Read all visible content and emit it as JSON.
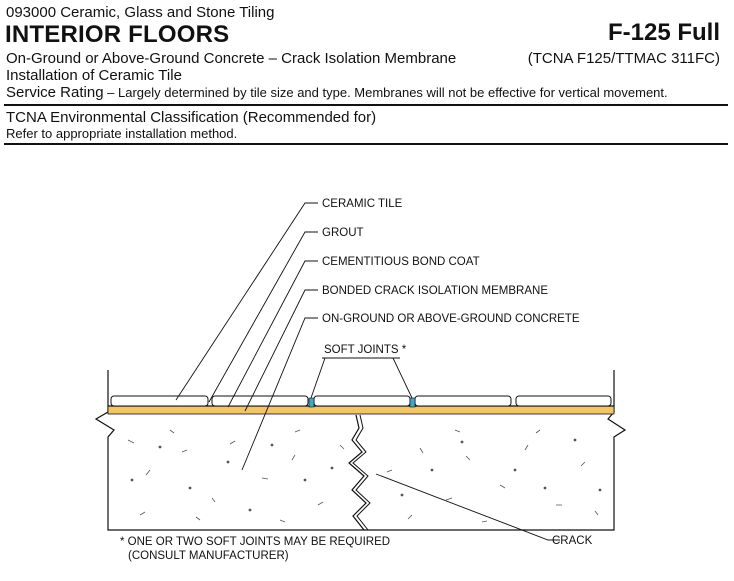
{
  "header": {
    "section": "093000 Ceramic, Glass and Stone Tiling",
    "title": "INTERIOR FLOORS",
    "code": "F-125 Full",
    "subtitle": "On-Ground or Above-Ground Concrete – Crack Isolation Membrane",
    "reference": "(TCNA F125/TTMAC 311FC)",
    "subtitle2": "Installation of Ceramic Tile",
    "rating_label": "Service Rating",
    "rating_text": " – Largely determined by tile size and type. Membranes will not be effective for vertical movement."
  },
  "environment": {
    "heading": "TCNA Environmental Classification (Recommended for)",
    "text": "Refer to appropriate installation method."
  },
  "diagram": {
    "labels": {
      "ceramic_tile": "CERAMIC TILE",
      "grout": "GROUT",
      "bond_coat": "CEMENTITIOUS BOND COAT",
      "membrane": "BONDED CRACK ISOLATION MEMBRANE",
      "concrete": "ON-GROUND OR ABOVE-GROUND CONCRETE",
      "soft_joints": "SOFT JOINTS *",
      "crack": "CRACK"
    },
    "footnote_line1": "* ONE OR TWO SOFT JOINTS MAY BE REQUIRED",
    "footnote_line2": "(CONSULT MANUFACTURER)",
    "colors": {
      "membrane": "#f2c566",
      "soft_joint": "#3fa6c4",
      "tile": "#ffffff",
      "line": "#111111"
    }
  }
}
